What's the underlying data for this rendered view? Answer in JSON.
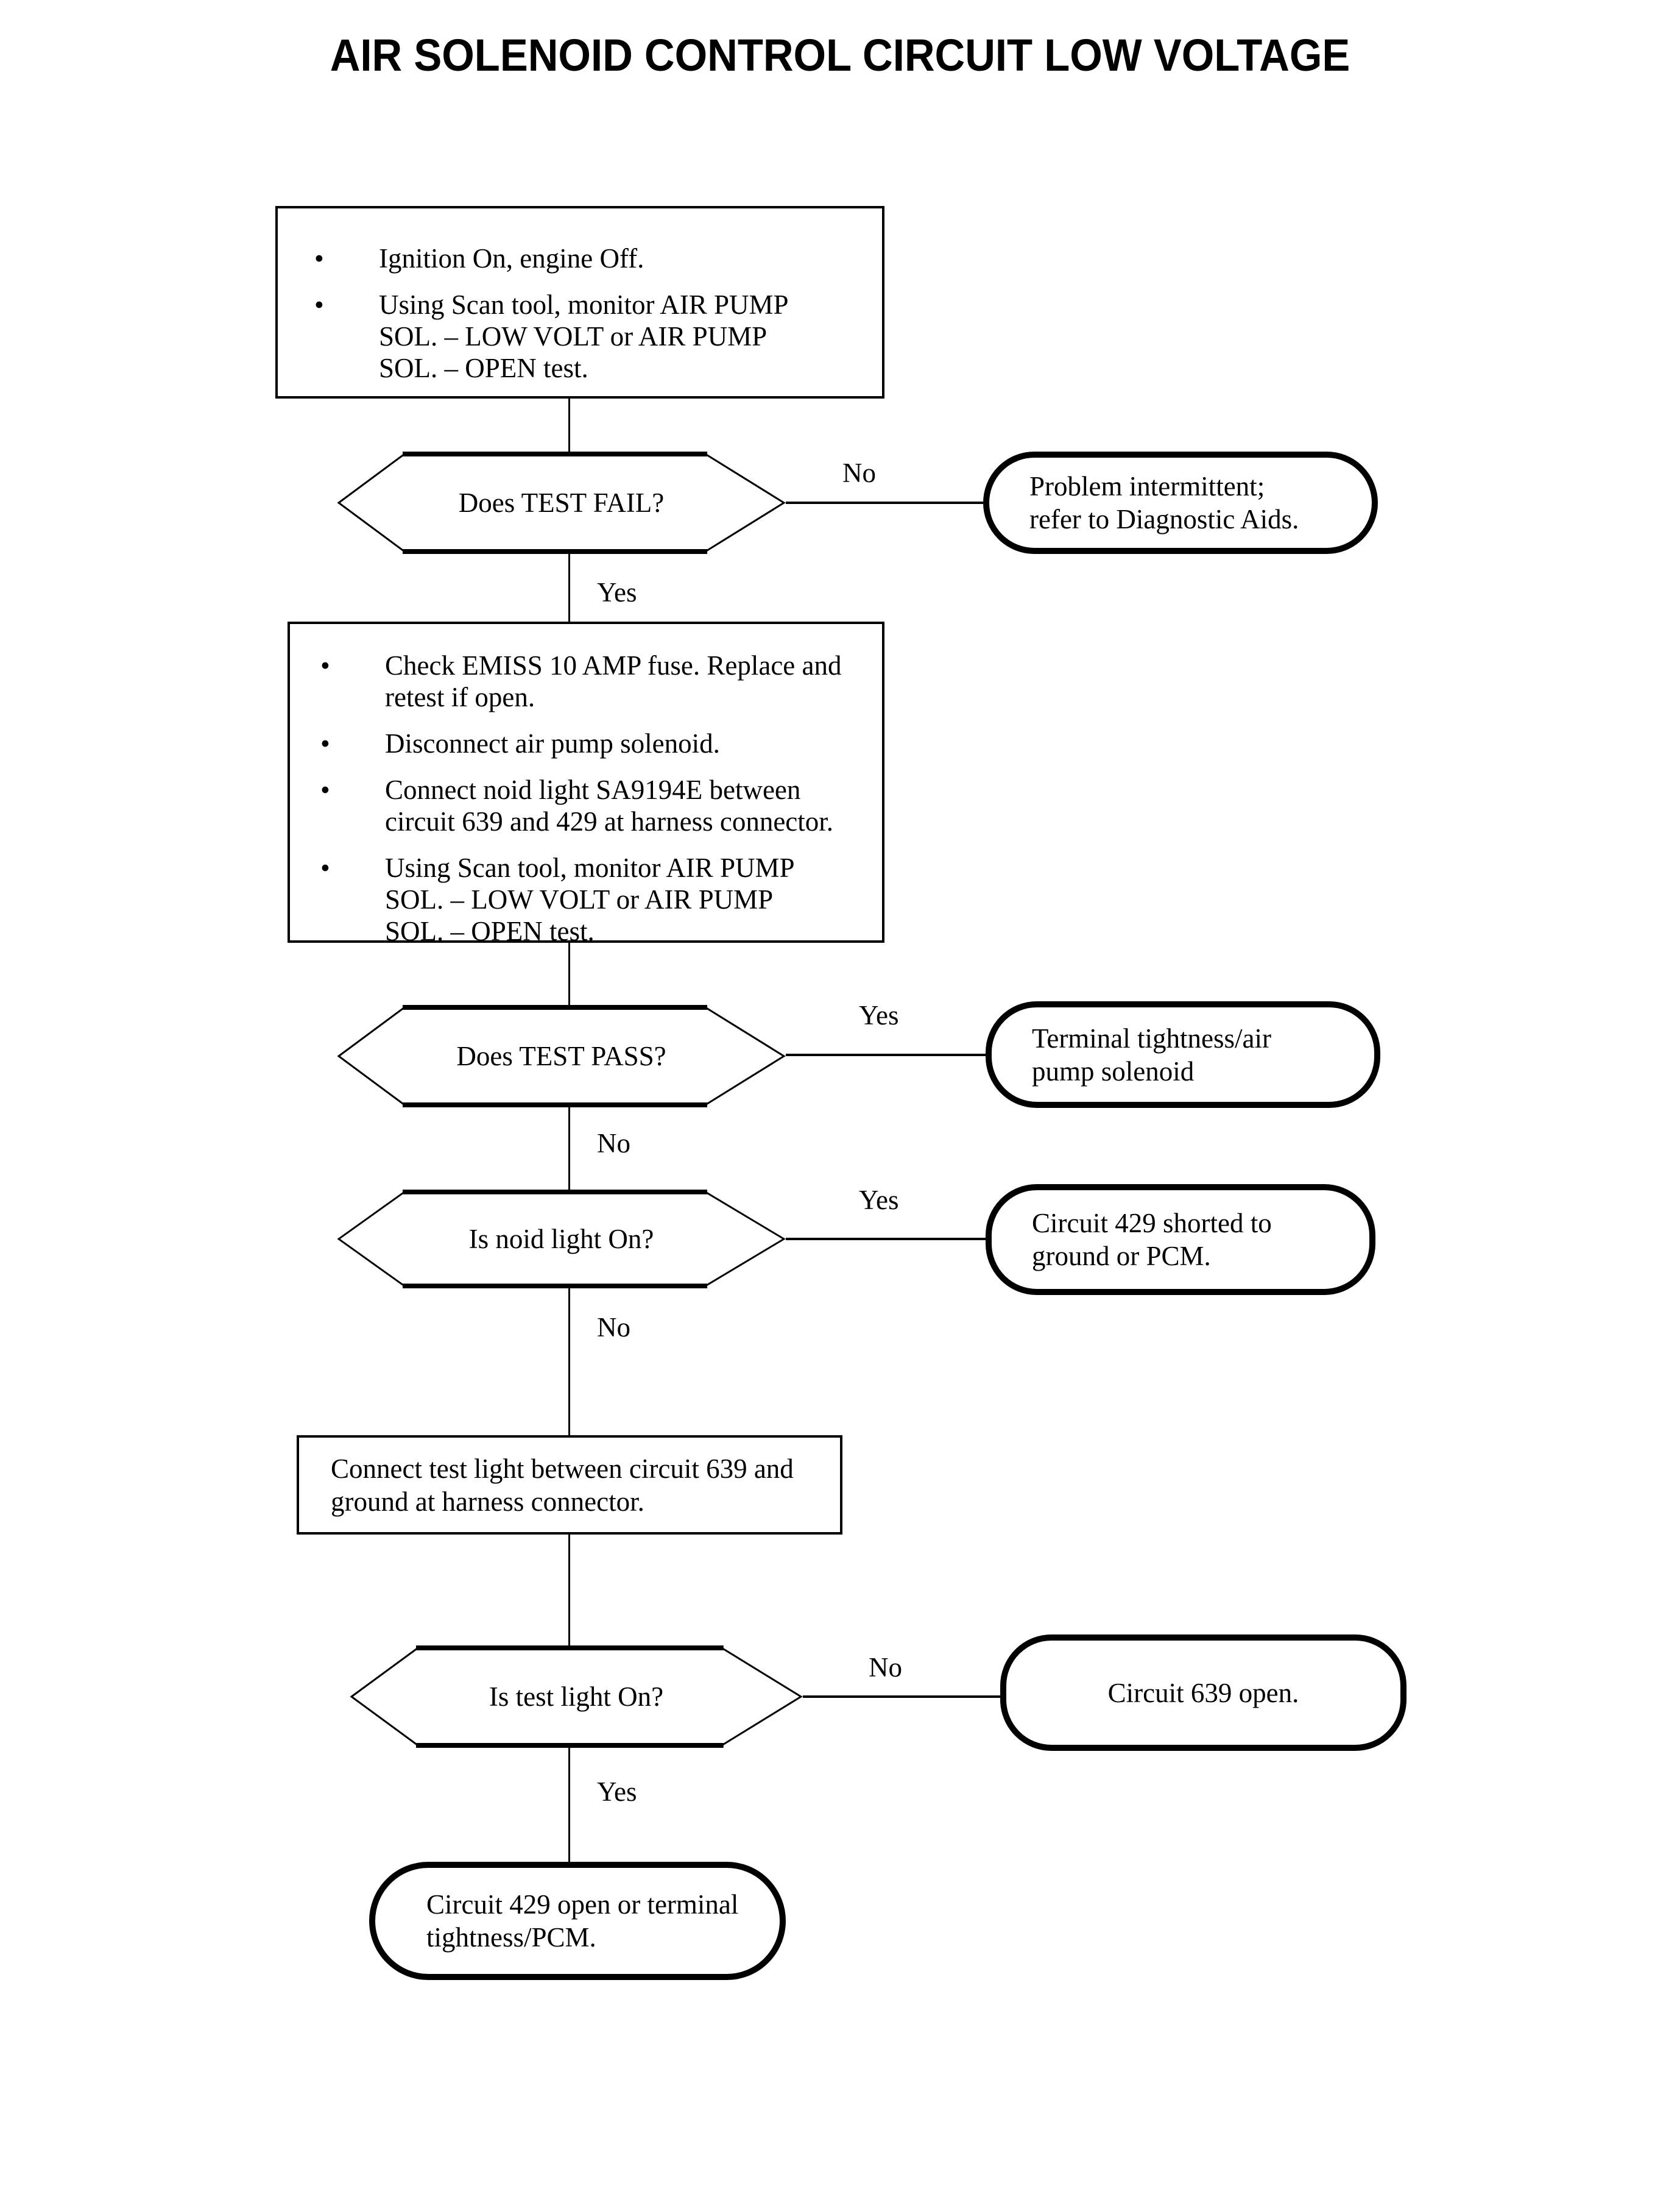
{
  "title": "AIR SOLENOID CONTROL CIRCUIT LOW VOLTAGE",
  "bullet_char": "•",
  "colors": {
    "ink": "#000000",
    "paper": "#ffffff"
  },
  "edge_labels": {
    "yes": "Yes",
    "no": "No"
  },
  "step1": {
    "bullets": [
      {
        "lines": [
          "Ignition On, engine Off."
        ]
      },
      {
        "lines": [
          "Using Scan tool, monitor AIR PUMP",
          "SOL. – LOW VOLT or AIR PUMP",
          "SOL. – OPEN test."
        ]
      }
    ]
  },
  "decision1": {
    "question": "Does TEST FAIL?"
  },
  "result_intermittent": {
    "lines": [
      "Problem intermittent;",
      "refer to Diagnostic Aids."
    ]
  },
  "step2": {
    "bullets": [
      {
        "lines": [
          "Check EMISS 10 AMP fuse. Replace and",
          "retest if open."
        ]
      },
      {
        "lines": [
          "Disconnect air pump solenoid."
        ]
      },
      {
        "lines": [
          "Connect noid light SA9194E between",
          "circuit 639 and 429 at harness connector."
        ]
      },
      {
        "lines": [
          "Using Scan tool, monitor AIR PUMP",
          "SOL. – LOW VOLT or AIR PUMP",
          "SOL. – OPEN test."
        ]
      }
    ]
  },
  "decision2": {
    "question": "Does TEST PASS?"
  },
  "result_terminal_tightness": {
    "lines": [
      "Terminal tightness/air",
      "pump solenoid"
    ]
  },
  "decision3": {
    "question": "Is noid light On?"
  },
  "result_429_shorted": {
    "lines": [
      "Circuit 429 shorted to",
      "ground or PCM."
    ]
  },
  "step3": {
    "lines": [
      "Connect test light between circuit 639 and",
      "ground at harness connector."
    ]
  },
  "decision4": {
    "question": "Is test light On?"
  },
  "result_639_open": {
    "lines": [
      "Circuit 639 open."
    ]
  },
  "result_429_open": {
    "lines": [
      "Circuit 429 open or terminal",
      "tightness/PCM."
    ]
  }
}
